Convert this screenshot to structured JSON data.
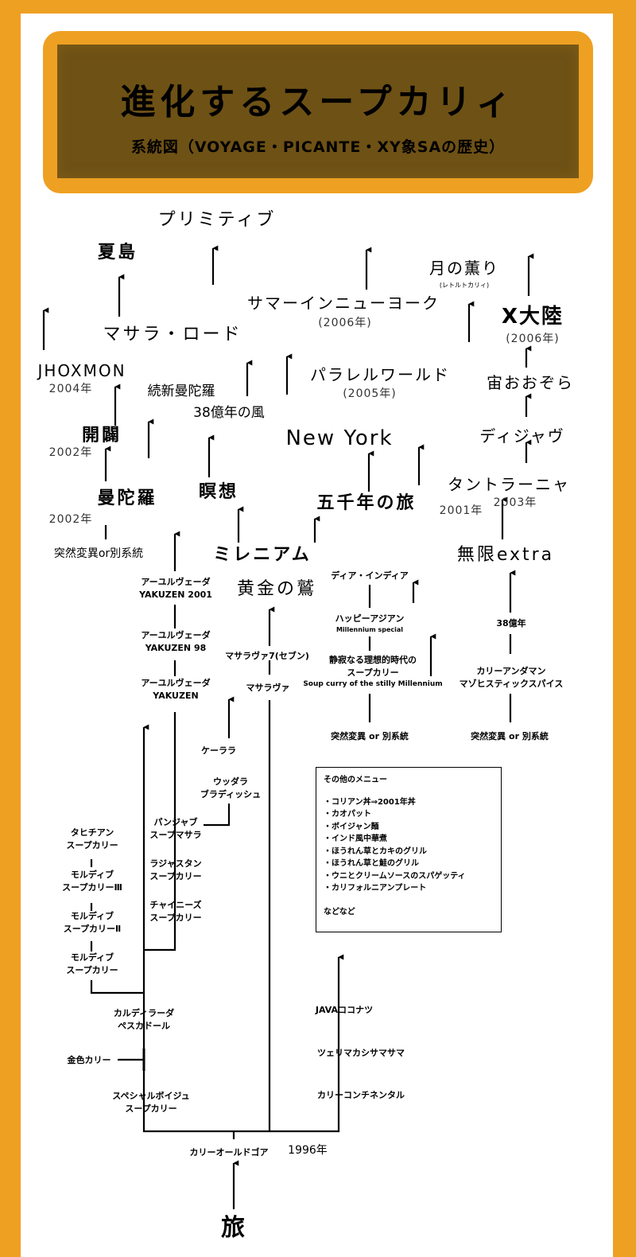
{
  "title": "進化するスープカリィ",
  "subtitle": "系統図（VOYAGE・PICANTE・XY象SAの歴史）",
  "nodes": {
    "primitive": "プリミティブ",
    "natsujima": "夏島",
    "tsuki_no_kaori": "月の薫り",
    "retort": "(レトルトカリィ)",
    "summer_ny": "サマーインニューヨーク",
    "summer_ny_year": "(2006年)",
    "x_tairiku": "X大陸",
    "x_tairiku_year": "(2006年)",
    "masala_road": "マサラ・ロード",
    "jhoxmon": "JHOXMON",
    "jhoxmon_year": "2004年",
    "zoku_shin_mandara": "続新曼陀羅",
    "parallel_world": "パラレルワールド",
    "parallel_world_year": "(2005年)",
    "uchu_oozora": "宙おおぞら",
    "kaze_38oku": "38億年の風",
    "kaibyaku": "開闢",
    "kaibyaku_year": "2002年",
    "new_york": "New York",
    "deja_vu": "ディジャヴ",
    "tantoranya": "タントラーニャ",
    "tantoranya_year": "2003年",
    "mandara": "曼陀羅",
    "meisou": "瞑想",
    "gosen_nen": "五千年の旅",
    "year_2001": "2001年",
    "mandara_year": "2002年",
    "mutation_1": "突然変異or別系統",
    "millennium": "ミレニアム",
    "mugen_extra": "無限extra",
    "ougon_washi": "黄金の鷲",
    "ayurveda_2001_a": "アーユルヴェーダ",
    "ayurveda_2001_b": "YAKUZEN 2001",
    "ayurveda_98_a": "アーユルヴェーダ",
    "ayurveda_98_b": "YAKUZEN 98",
    "ayurveda_a": "アーユルヴェーダ",
    "ayurveda_b": "YAKUZEN",
    "masala_7": "マサラヴァ7(セブン)",
    "masalava": "マサラヴァ",
    "dear_india": "ディア・インディア",
    "happy_asian": "ハッピーアジアン",
    "millennium_special": "Millennium special",
    "seijaku_a": "静寂なる理想的時代の",
    "seijaku_b": "スープカリー",
    "seijaku_c": "Soup curry of the stilly Millennium",
    "mutation_2": "突然変異 or 別系統",
    "oku_38": "38億年",
    "curry_andaman": "カリーアンダマン",
    "masochistic": "マゾヒスティックスパイス",
    "mutation_3": "突然変異 or 別系統",
    "kerala": "ケーララ",
    "udagara_a": "ウッダラ",
    "udagara_b": "ブラディッシュ",
    "punjab_a": "パンジャブ",
    "punjab_b": "スープマサラ",
    "rajasthan_a": "ラジャスタン",
    "rajasthan_b": "スープカリー",
    "chinese_a": "チャイニーズ",
    "chinese_b": "スープカリー",
    "tahiti_a": "タヒチアン",
    "tahiti_b": "スープカリー",
    "maldive3_a": "モルディブ",
    "maldive3_b": "スープカリーⅢ",
    "maldive2_a": "モルディブ",
    "maldive2_b": "スープカリーⅡ",
    "maldive_a": "モルディブ",
    "maldive_b": "スープカリー",
    "caldeirada_a": "カルディラーダ",
    "caldeirada_b": "ペスカドール",
    "kinshoku": "金色カリー",
    "special_a": "スペシャルボイジュ",
    "special_b": "スープカリー",
    "java_coconut": "JAVAココナツ",
    "tsueri": "ツェリマカシサマサマ",
    "continental": "カリーコンチネンタル",
    "old_goa": "カリーオールドゴア",
    "old_goa_year": "1996年",
    "tabi": "旅"
  },
  "other_menu": {
    "heading": "その他のメニュー",
    "items": [
      "コリアン丼⇒2001年丼",
      "カオパット",
      "ボイジャン麺",
      "インド風中華煮",
      "ほうれん草とカキのグリル",
      "ほうれん草と鮭のグリル",
      "ウニとクリームソースのスパゲッティ",
      "カリフォルニアンプレート"
    ],
    "footer": "などなど"
  },
  "colors": {
    "background": "#EEA022",
    "panel": "#FFFFFF",
    "title_box": "#6E5115",
    "line": "#000000"
  }
}
